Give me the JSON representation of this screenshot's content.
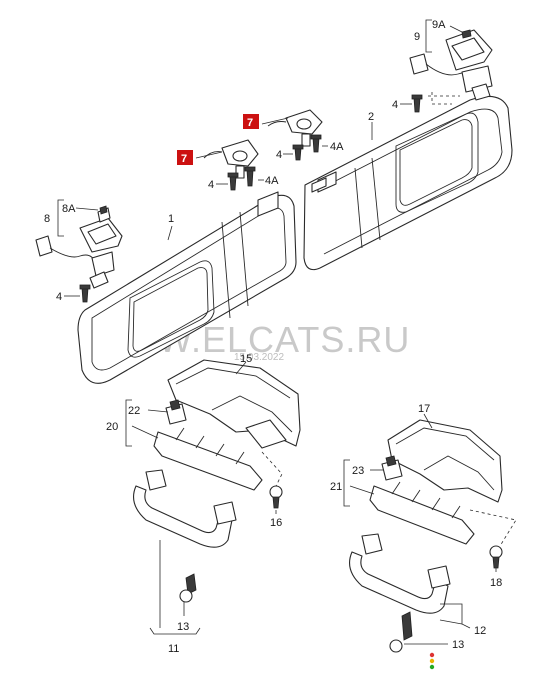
{
  "colors": {
    "highlight": "#cc1111",
    "line": "#2a2a2a",
    "watermark": "#c9c9c9"
  },
  "watermark": {
    "site": "WWW.ELCATS.RU",
    "date": "15.03.2022"
  },
  "labels": {
    "l1": "1",
    "l2": "2",
    "l4a": "4",
    "l4b": "4",
    "l4c": "4",
    "l4d": "4",
    "l4A_a": "4A",
    "l4A_b": "4A",
    "l7a": "7",
    "l7b": "7",
    "l8": "8",
    "l8A": "8A",
    "l9": "9",
    "l9A": "9A",
    "l11": "11",
    "l12": "12",
    "l13a": "13",
    "l13b": "13",
    "l15": "15",
    "l16": "16",
    "l17": "17",
    "l18": "18",
    "l20": "20",
    "l21": "21",
    "l22": "22",
    "l23": "23"
  }
}
